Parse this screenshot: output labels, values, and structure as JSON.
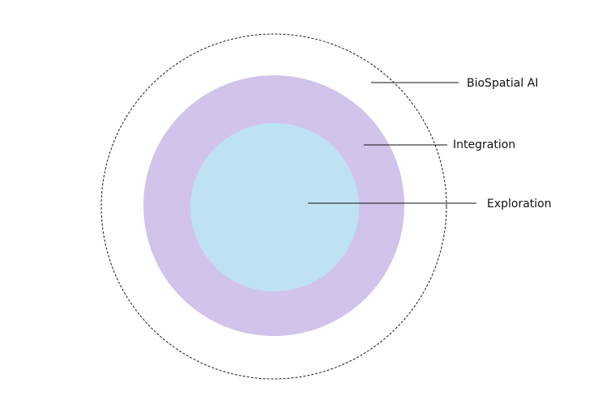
{
  "diagram": {
    "layers": [
      {
        "key": "outer",
        "label": "BioSpatial AI",
        "style": "dashed-outline",
        "color": "#1a1a1a"
      },
      {
        "key": "middle",
        "label": "Integration",
        "style": "filled",
        "color": "#d1c3ea"
      },
      {
        "key": "inner",
        "label": "Exploration",
        "style": "filled",
        "color": "#bfe1f4"
      }
    ],
    "leader_line_color": "#111111"
  }
}
